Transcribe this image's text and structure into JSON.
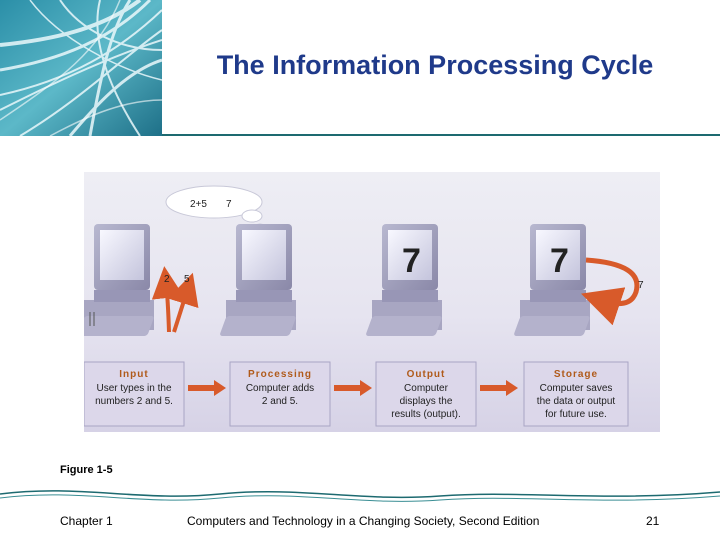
{
  "slide": {
    "title": "The Information Processing Cycle",
    "figure_caption": "Figure 1-5"
  },
  "diagram": {
    "thought": {
      "expr": "2+5",
      "result": "7"
    },
    "input_numbers": [
      "2",
      "5"
    ],
    "stages": [
      {
        "title": "Input",
        "lines": [
          "User types in the",
          "numbers 2 and 5."
        ]
      },
      {
        "title": "Processing",
        "lines": [
          "Computer adds",
          "2 and 5."
        ]
      },
      {
        "title": "Output",
        "lines": [
          "Computer",
          "displays the",
          "results (output)."
        ]
      },
      {
        "title": "Storage",
        "lines": [
          "Computer saves",
          "the data or output",
          "for future use."
        ]
      }
    ],
    "screen_digit_output": "7",
    "screen_digit_storage": "7",
    "storage_number": "7"
  },
  "footer": {
    "chapter": "Chapter 1",
    "book": "Computers and Technology in a Changing Society, Second Edition",
    "page": "21"
  },
  "colors": {
    "title": "#1f3a8a",
    "stage_title": "#b05a1a",
    "stage_box": "#dcd7ea",
    "arrow": "#d85a2a",
    "teal": "#1d6a70"
  }
}
